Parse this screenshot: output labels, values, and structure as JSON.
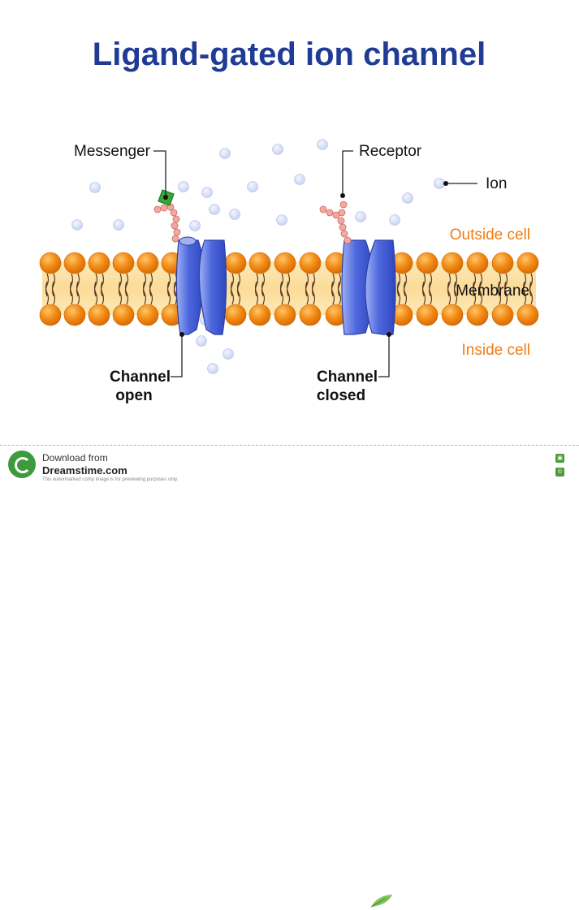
{
  "title": "Ligand-gated ion channel",
  "labels": {
    "messenger": "Messenger",
    "receptor": "Receptor",
    "ion": "Ion",
    "outside_cell": "Outside cell",
    "membrane": "Membrane",
    "inside_cell": "Inside cell",
    "channel_open_line1": "Channel",
    "channel_open_line2": "open",
    "channel_closed_line1": "Channel",
    "channel_closed_line2": "closed"
  },
  "footer": {
    "download_from": "Download from",
    "site": "Dreamstime.com",
    "notice": "This watermarked comp image is for previewing purposes only."
  },
  "colors": {
    "title": "#1f3b94",
    "lipid_head": "#f28a13",
    "membrane_core": "#fbe3a6",
    "channel": "#4a64dc",
    "ion": "#d4dcf6",
    "orange_label": "#f07c12",
    "messenger": "#3aa537"
  }
}
